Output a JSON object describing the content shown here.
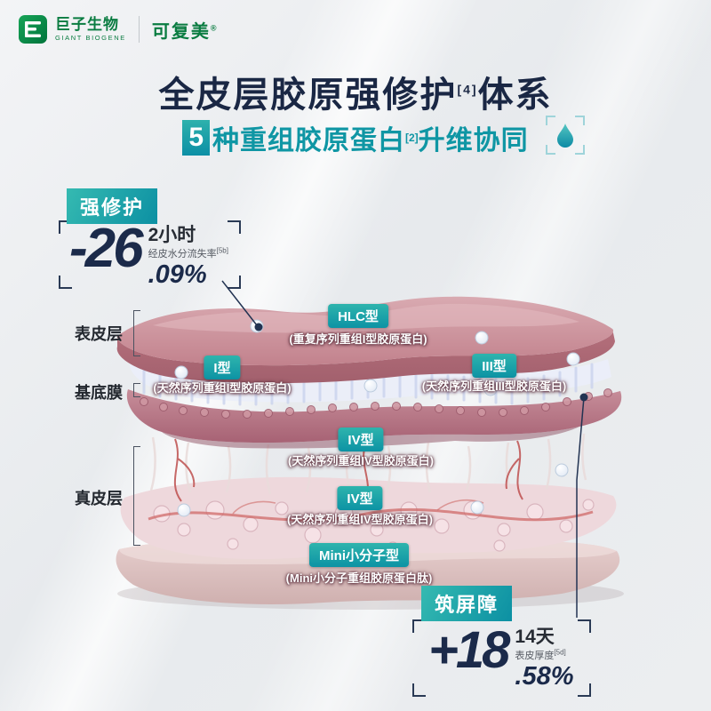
{
  "brand": {
    "name": "巨子生物",
    "name_en": "GIANT BIOGENE",
    "product": "可复美",
    "reg_mark": "®"
  },
  "header": {
    "title_main": "全皮层胶原强修护",
    "title_sup": "[4]",
    "title_tail": "体系",
    "subtitle_num": "5",
    "subtitle_main": "种重组胶原蛋白",
    "subtitle_sup": "[2]",
    "subtitle_tail": "升维协同"
  },
  "stat_repair": {
    "badge": "强修护",
    "value_int": "-26",
    "value_frac": ".09%",
    "period": "2小时",
    "metric": "经皮水分流失率",
    "metric_sup": "[5b]"
  },
  "stat_barrier": {
    "badge": "筑屏障",
    "value_int": "+18",
    "value_frac": ".58%",
    "period": "14天",
    "metric": "表皮厚度",
    "metric_sup": "[5d]"
  },
  "skin_labels": [
    "表皮层",
    "基底膜",
    "真皮层"
  ],
  "callouts": [
    {
      "badge": "HLC型",
      "desc": "(重复序列重组I型胶原蛋白)"
    },
    {
      "badge": "I型",
      "desc": "(天然序列重组I型胶原蛋白)"
    },
    {
      "badge": "III型",
      "desc": "(天然序列重组III型胶原蛋白)"
    },
    {
      "badge": "IV型",
      "desc": "(天然序列重组IV型胶原蛋白)"
    },
    {
      "badge": "IV型",
      "desc": "(天然序列重组IV型胶原蛋白)"
    },
    {
      "badge": "Mini小分子型",
      "desc": "(Mini小分子重组胶原蛋白肽)"
    }
  ],
  "colors": {
    "teal": "#0f96a4",
    "teal_light": "#35bab1",
    "navy": "#1b2a4a",
    "green": "#0a7c41"
  }
}
